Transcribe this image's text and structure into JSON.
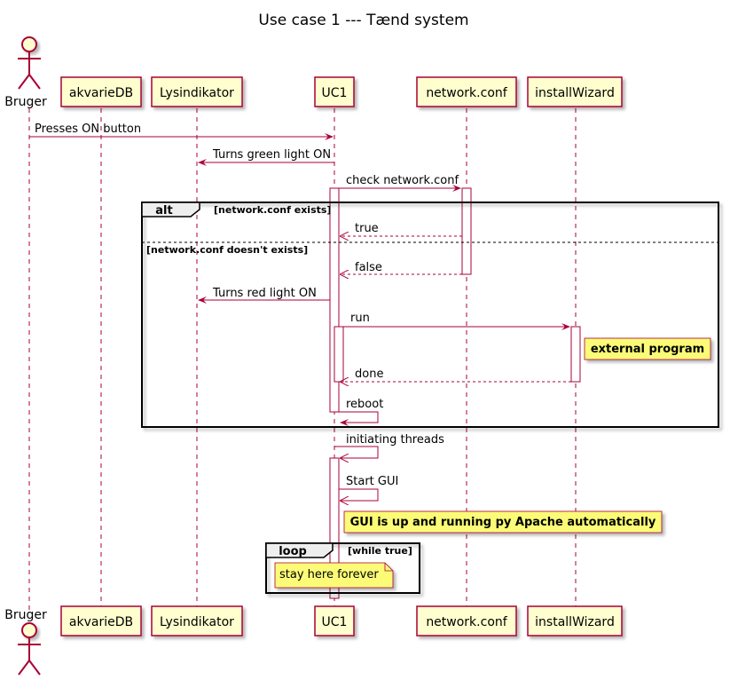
{
  "title": "Use case 1 --- Tænd system",
  "participants": [
    {
      "id": "bruger",
      "label": "Bruger",
      "kind": "actor"
    },
    {
      "id": "akvariedb",
      "label": "akvarieDB",
      "kind": "box"
    },
    {
      "id": "lysindikator",
      "label": "Lysindikator",
      "kind": "box"
    },
    {
      "id": "uc1",
      "label": "UC1",
      "kind": "box"
    },
    {
      "id": "networkconf",
      "label": "network.conf",
      "kind": "box"
    },
    {
      "id": "installwizard",
      "label": "installWizard",
      "kind": "box"
    }
  ],
  "messages": [
    {
      "label": "Presses ON button",
      "from": "bruger",
      "to": "uc1",
      "style": "solid"
    },
    {
      "label": "Turns green light ON",
      "from": "uc1",
      "to": "lysindikator",
      "style": "solid"
    },
    {
      "label": "check network.conf",
      "from": "uc1",
      "to": "networkconf",
      "style": "solid"
    },
    {
      "label": "true",
      "from": "networkconf",
      "to": "uc1",
      "style": "dashed"
    },
    {
      "label": "false",
      "from": "networkconf",
      "to": "uc1",
      "style": "dashed"
    },
    {
      "label": "Turns red light ON",
      "from": "uc1",
      "to": "lysindikator",
      "style": "solid"
    },
    {
      "label": "run",
      "from": "uc1",
      "to": "installwizard",
      "style": "solid"
    },
    {
      "label": "done",
      "from": "installwizard",
      "to": "uc1",
      "style": "dashed"
    },
    {
      "label": "reboot",
      "from": "uc1",
      "to": "uc1",
      "style": "self"
    },
    {
      "label": "initiating threads",
      "from": "uc1",
      "to": "uc1",
      "style": "self"
    },
    {
      "label": "Start GUI",
      "from": "uc1",
      "to": "uc1",
      "style": "self"
    }
  ],
  "fragments": {
    "alt": {
      "keyword": "alt",
      "guard1": "[network.conf exists]",
      "guard2": "[network.conf doesn't exists]"
    },
    "loop": {
      "keyword": "loop",
      "guard": "[while true]"
    }
  },
  "notes": {
    "external": "external program",
    "gui": "GUI is up and running py Apache automatically",
    "stay": "stay here forever"
  },
  "colors": {
    "line": "#a80036",
    "box_fill": "#fefece",
    "note_fill": "#fbfb77",
    "frame": "#000000"
  }
}
